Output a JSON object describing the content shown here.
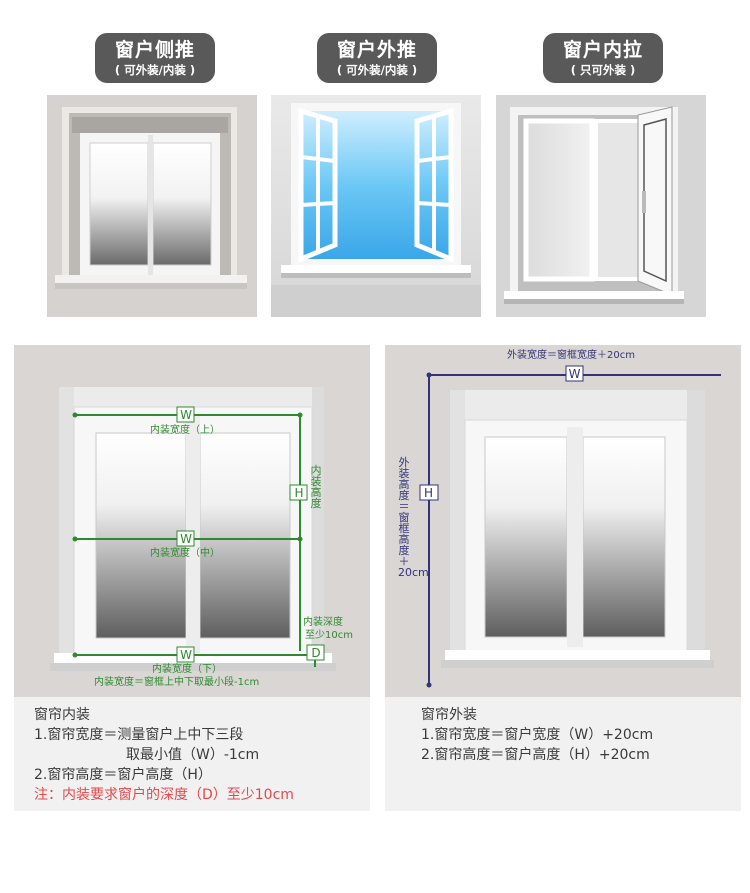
{
  "header": {
    "badges": [
      {
        "title": "窗户侧推",
        "sub": "( 可外装/内装 )"
      },
      {
        "title": "窗户外推",
        "sub": "( 可外装/内装 )"
      },
      {
        "title": "窗户内拉",
        "sub": "( 只可外装 )"
      }
    ]
  },
  "inner": {
    "labels": {
      "w": "W",
      "h": "H",
      "d": "D",
      "top": "内装宽度（上）",
      "mid": "内装宽度（中）",
      "bot": "内装宽度（下）",
      "height_v": "内装高度",
      "depth1": "内装深度",
      "depth2": "至少10cm",
      "width_rule": "内装宽度＝窗框上中下取最小段-1cm"
    },
    "notes": {
      "title": "窗帘内装",
      "line1": "1.窗帘宽度＝测量窗户上中下三段",
      "line2": "取最小值（W）-1cm",
      "line3": "2.窗帘高度＝窗户高度（H）",
      "warn": "注：内装要求窗户的深度（D）至少10cm"
    }
  },
  "outer": {
    "labels": {
      "top_rule": "外装宽度＝窗框宽度＋20cm",
      "w": "W",
      "h": "H",
      "height_v": "外装高度＝窗框高度＋20cm"
    },
    "notes": {
      "title": "窗帘外装",
      "line1": "1.窗帘宽度＝窗户宽度（W）+20cm",
      "line2": "2.窗帘高度＝窗户高度（H）+20cm"
    }
  },
  "colors": {
    "badge_bg": "#595959",
    "measure_green": "#2f8a2f",
    "measure_navy": "#33337a",
    "warning_red": "#e8474a"
  }
}
